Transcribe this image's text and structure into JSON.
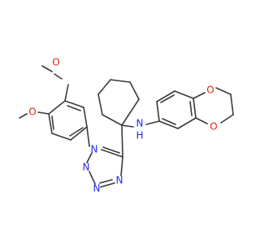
{
  "structure": {
    "atoms": {
      "o_methoxy_top": "O",
      "o_methoxy_left": "O",
      "n_tetrazole_1": "N",
      "n_tetrazole_2": "N",
      "n_tetrazole_3": "N",
      "n_tetrazole_4": "N",
      "n_amine": "N",
      "h_amine": "H",
      "o_dioxane_top": "O",
      "o_dioxane_bottom": "O"
    },
    "colors": {
      "bond": "#3a3a3a",
      "nitrogen": "#2727e6",
      "oxygen": "#e0241b",
      "background": "#ffffff"
    }
  }
}
